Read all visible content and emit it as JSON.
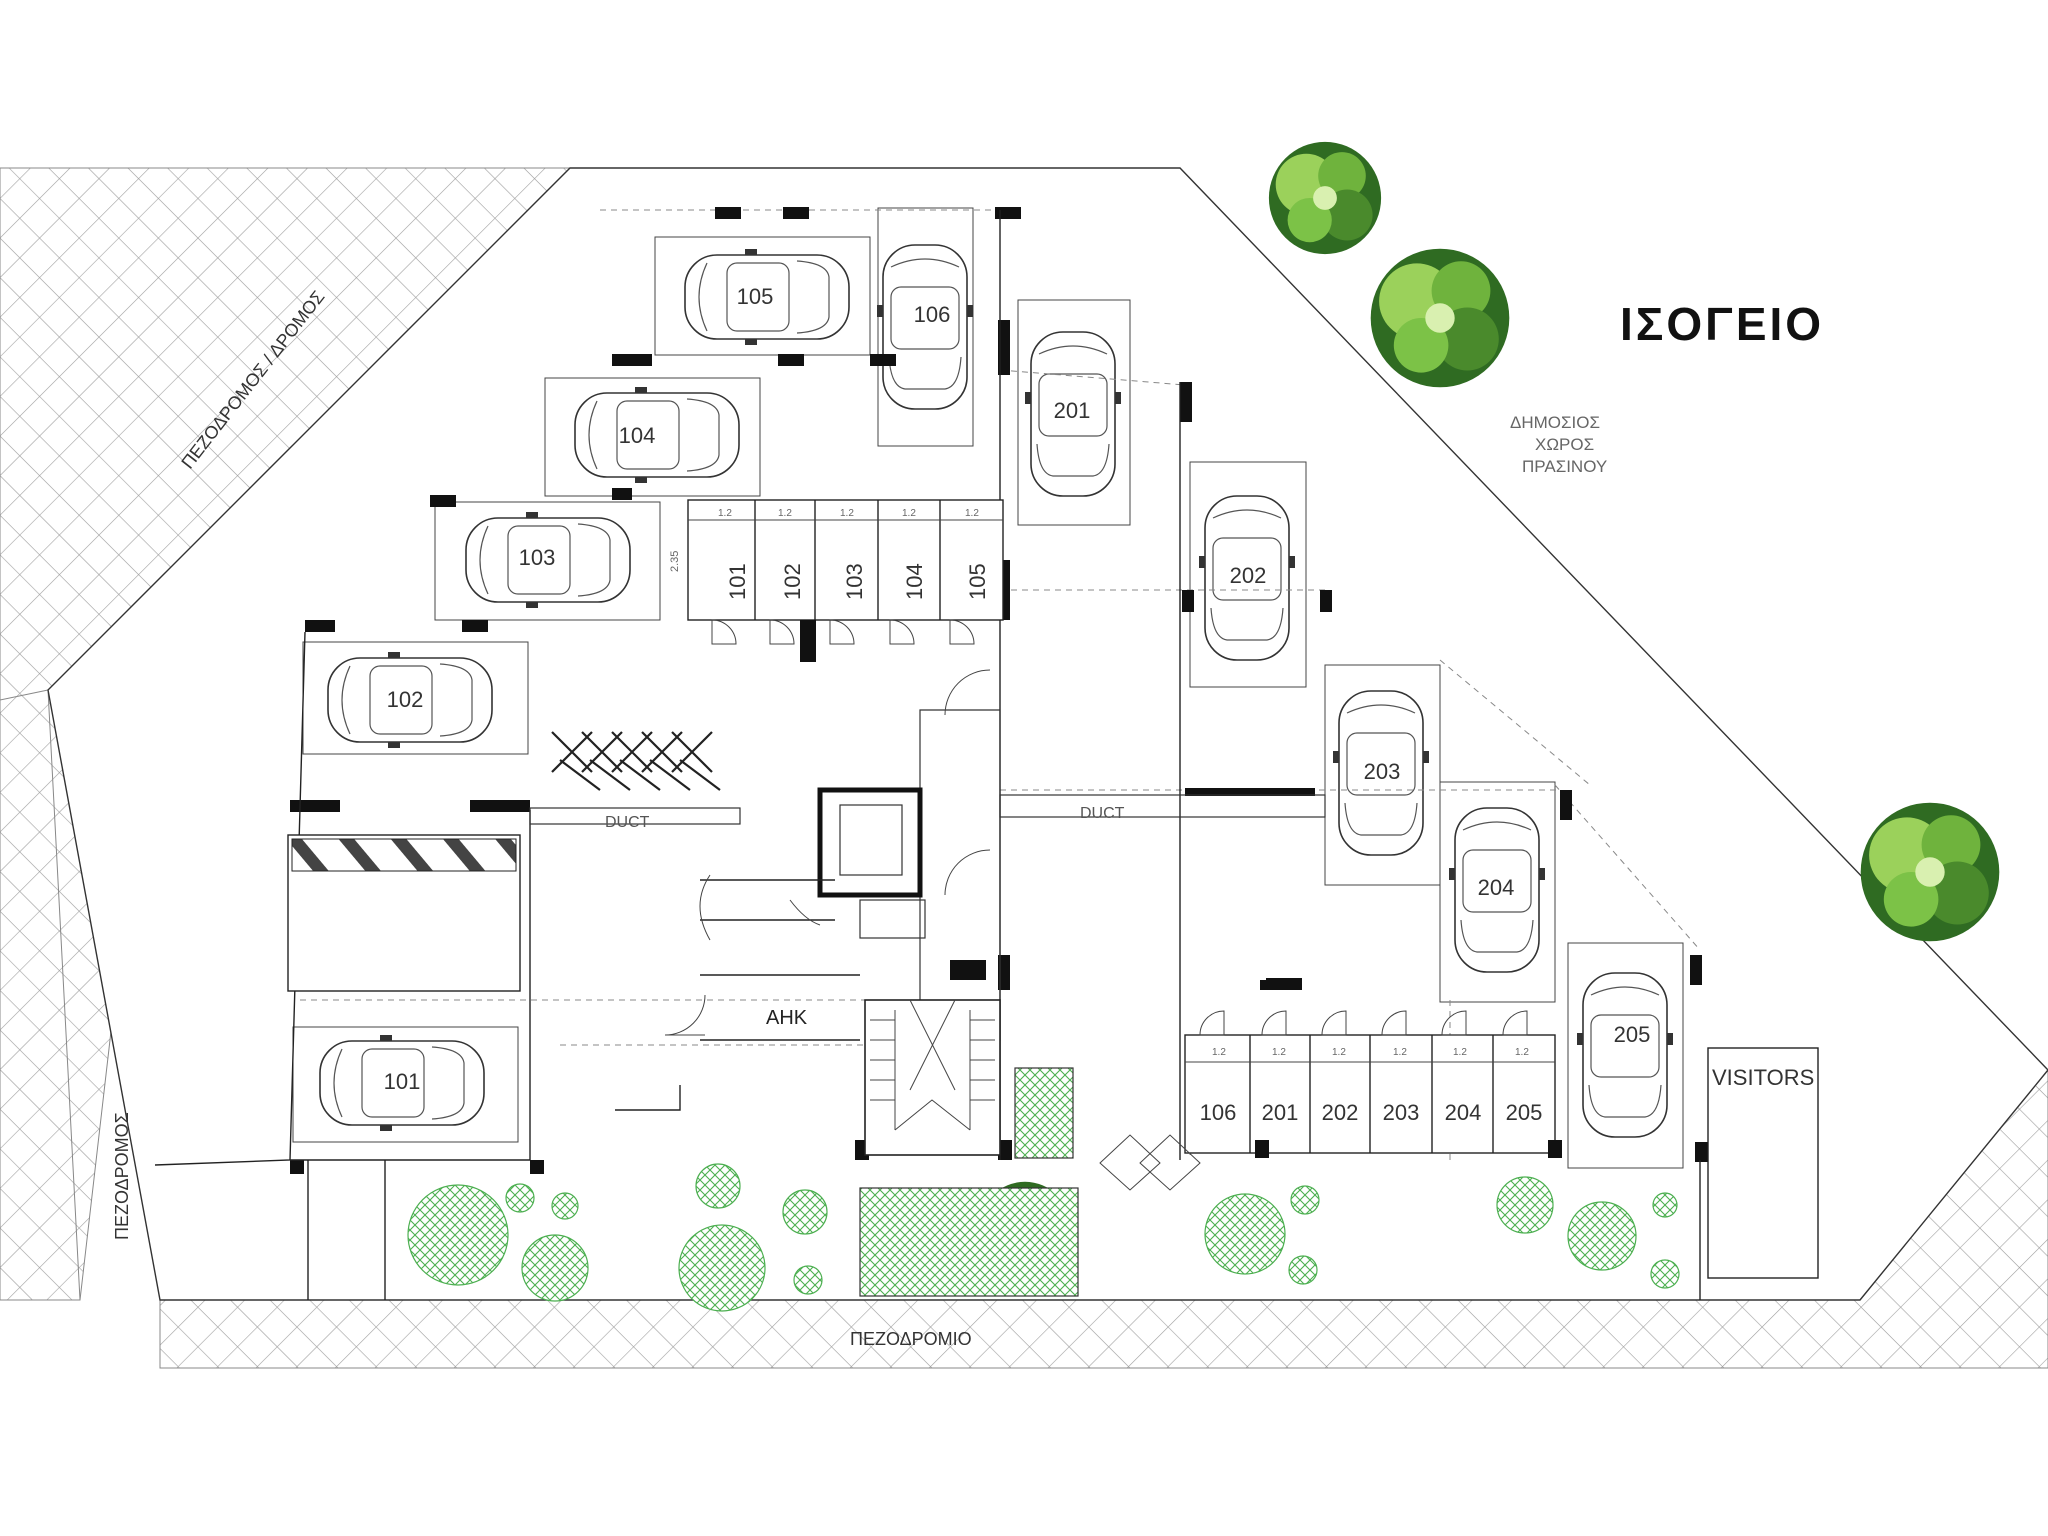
{
  "title": "ΙΣΟΓΕΙΟ",
  "green_area_label": [
    "ΔΗΜΟΣΙΟΣ",
    "ΧΩΡΟΣ",
    "ΠΡΑΣΙΝΟΥ"
  ],
  "street_labels": {
    "top_left": "ΠΕΖΟΔΡΟΜΟΣ / ΔΡΟΜΟΣ",
    "left": "ΠΕΖΟΔΡΟΜΟΣ",
    "bottom": "ΠΕΖΟΔΡΟΜΙΟ"
  },
  "duct_labels": [
    "DUCT",
    "DUCT"
  ],
  "ahk_label": "ΑΗΚ",
  "visitors_label": "VISITORS",
  "parking_spaces": [
    "105",
    "106",
    "104",
    "201",
    "103",
    "202",
    "102",
    "203",
    "204",
    "205",
    "101"
  ],
  "storage_top": {
    "numbers": [
      "101",
      "102",
      "103",
      "104",
      "105"
    ],
    "size_label": "1.2",
    "dim_label": "2.35"
  },
  "storage_bottom": {
    "numbers": [
      "106",
      "201",
      "202",
      "203",
      "204",
      "205"
    ],
    "size_label": "1.2"
  },
  "colors": {
    "hatch": "#9a9a9a",
    "tree_light": "#8fd14f",
    "tree_dark": "#3f7d2a",
    "shrub": "#5cb85c",
    "wall": "#111111"
  }
}
